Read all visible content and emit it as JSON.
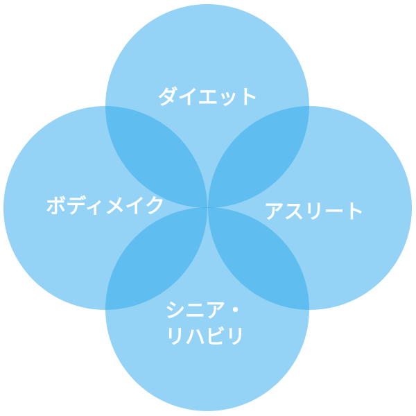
{
  "colors": {
    "circle": "#29A8EB",
    "circle_opacity": 0.5,
    "text": "#ffffff"
  },
  "circles": [
    {
      "id": "diet",
      "label": "ダイエット"
    },
    {
      "id": "athlete",
      "label": "アスリート"
    },
    {
      "id": "senior",
      "label": "シニア・",
      "label2": "リハビリ"
    },
    {
      "id": "bodymake",
      "label": "ボディメイク"
    }
  ]
}
